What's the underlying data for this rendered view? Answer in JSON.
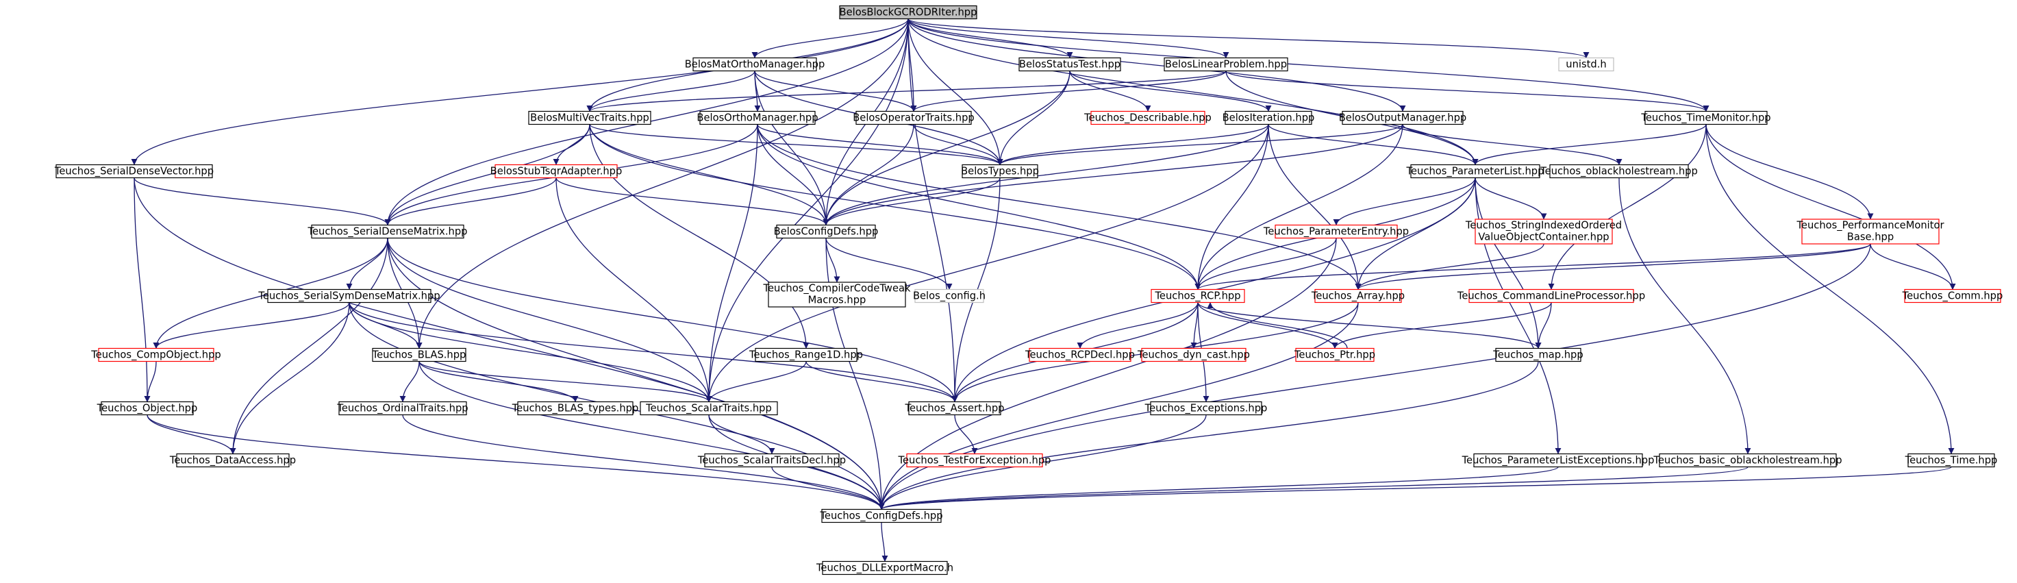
{
  "colors": {
    "edge": "#191970",
    "root_fill": "#bfbfbf",
    "node_border": "#000000",
    "missing_border": "#ff0000",
    "external_border": "#bfbfbf"
  },
  "nodes": {
    "root": {
      "label": "BelosBlockGCRODRIter.hpp",
      "style": "root"
    },
    "matortho": {
      "label": "BelosMatOrthoManager.hpp",
      "style": "normal"
    },
    "statustest": {
      "label": "BelosStatusTest.hpp",
      "style": "normal"
    },
    "linprob": {
      "label": "BelosLinearProblem.hpp",
      "style": "normal"
    },
    "unistd": {
      "label": "unistd.h",
      "style": "external"
    },
    "multivec": {
      "label": "BelosMultiVecTraits.hpp",
      "style": "normal"
    },
    "orthomgr": {
      "label": "BelosOrthoManager.hpp",
      "style": "normal"
    },
    "optraits": {
      "label": "BelosOperatorTraits.hpp",
      "style": "normal"
    },
    "describable": {
      "label": "Teuchos_Describable.hpp",
      "style": "red"
    },
    "iteration": {
      "label": "BelosIteration.hpp",
      "style": "normal"
    },
    "outmgr": {
      "label": "BelosOutputManager.hpp",
      "style": "normal"
    },
    "timemon": {
      "label": "Teuchos_TimeMonitor.hpp",
      "style": "normal"
    },
    "serialvec": {
      "label": "Teuchos_SerialDenseVector.hpp",
      "style": "normal"
    },
    "stubtsqr": {
      "label": "BelosStubTsqrAdapter.hpp",
      "style": "red"
    },
    "belostypes": {
      "label": "BelosTypes.hpp",
      "style": "normal"
    },
    "paramlist": {
      "label": "Teuchos_ParameterList.hpp",
      "style": "normal"
    },
    "oblack": {
      "label": "Teuchos_oblackholestream.hpp",
      "style": "normal"
    },
    "serialmat": {
      "label": "Teuchos_SerialDenseMatrix.hpp",
      "style": "normal"
    },
    "configdefs": {
      "label": "BelosConfigDefs.hpp",
      "style": "normal"
    },
    "paramentry": {
      "label": "Teuchos_ParameterEntry.hpp",
      "style": "red"
    },
    "strindexed": {
      "label": "Teuchos_StringIndexedOrderedValueObjectContainer.hpp",
      "style": "red",
      "lines": [
        "Teuchos_StringIndexedOrdered",
        "ValueObjectContainer.hpp"
      ]
    },
    "perfmon": {
      "label": "Teuchos_PerformanceMonitorBase.hpp",
      "style": "red",
      "lines": [
        "Teuchos_PerformanceMonitor",
        "Base.hpp"
      ]
    },
    "compiler": {
      "label": "Teuchos_CompilerCodeTweakMacros.hpp",
      "style": "normal",
      "lines": [
        "Teuchos_CompilerCodeTweak",
        "Macros.hpp"
      ]
    },
    "belosconfig": {
      "label": "Belos_config.h",
      "style": "external"
    },
    "serialsym": {
      "label": "Teuchos_SerialSymDenseMatrix.hpp",
      "style": "normal"
    },
    "rcp": {
      "label": "Teuchos_RCP.hpp",
      "style": "red"
    },
    "array": {
      "label": "Teuchos_Array.hpp",
      "style": "red"
    },
    "cmdline": {
      "label": "Teuchos_CommandLineProcessor.hpp",
      "style": "red"
    },
    "comm": {
      "label": "Teuchos_Comm.hpp",
      "style": "red"
    },
    "compobj": {
      "label": "Teuchos_CompObject.hpp",
      "style": "red"
    },
    "blas": {
      "label": "Teuchos_BLAS.hpp",
      "style": "normal"
    },
    "range1d": {
      "label": "Teuchos_Range1D.hpp",
      "style": "normal"
    },
    "rcpdecl": {
      "label": "Teuchos_RCPDecl.hpp",
      "style": "red"
    },
    "dyncast": {
      "label": "Teuchos_dyn_cast.hpp",
      "style": "red"
    },
    "ptr": {
      "label": "Teuchos_Ptr.hpp",
      "style": "red"
    },
    "map": {
      "label": "Teuchos_map.hpp",
      "style": "normal"
    },
    "object": {
      "label": "Teuchos_Object.hpp",
      "style": "normal"
    },
    "ordinal": {
      "label": "Teuchos_OrdinalTraits.hpp",
      "style": "normal"
    },
    "blastypes": {
      "label": "Teuchos_BLAS_types.hpp",
      "style": "normal"
    },
    "scalar": {
      "label": "Teuchos_ScalarTraits.hpp",
      "style": "normal"
    },
    "assert": {
      "label": "Teuchos_Assert.hpp",
      "style": "normal"
    },
    "exceptions": {
      "label": "Teuchos_Exceptions.hpp",
      "style": "normal"
    },
    "dataaccess": {
      "label": "Teuchos_DataAccess.hpp",
      "style": "normal"
    },
    "testexc": {
      "label": "Teuchos_TestForException.hpp",
      "style": "red"
    },
    "scalardecl": {
      "label": "Teuchos_ScalarTraitsDecl.hpp",
      "style": "normal"
    },
    "plexc": {
      "label": "Teuchos_ParameterListExceptions.hpp",
      "style": "normal"
    },
    "basicoblack": {
      "label": "Teuchos_basic_oblackholestream.hpp",
      "style": "normal"
    },
    "time": {
      "label": "Teuchos_Time.hpp",
      "style": "normal"
    },
    "teuchosconfig": {
      "label": "Teuchos_ConfigDefs.hpp",
      "style": "normal"
    },
    "dllexport": {
      "label": "Teuchos_DLLExportMacro.h",
      "style": "normal"
    }
  },
  "edges": [
    [
      "root",
      "matortho"
    ],
    [
      "root",
      "statustest"
    ],
    [
      "root",
      "linprob"
    ],
    [
      "root",
      "unistd"
    ],
    [
      "root",
      "multivec"
    ],
    [
      "root",
      "optraits"
    ],
    [
      "root",
      "timemon"
    ],
    [
      "root",
      "serialvec"
    ],
    [
      "root",
      "belostypes"
    ],
    [
      "root",
      "paramlist"
    ],
    [
      "root",
      "serialmat"
    ],
    [
      "root",
      "configdefs"
    ],
    [
      "root",
      "outmgr"
    ],
    [
      "root",
      "blas"
    ],
    [
      "root",
      "scalar"
    ],
    [
      "root",
      "assert"
    ],
    [
      "matortho",
      "multivec"
    ],
    [
      "matortho",
      "orthomgr"
    ],
    [
      "matortho",
      "optraits"
    ],
    [
      "matortho",
      "belostypes"
    ],
    [
      "matortho",
      "configdefs"
    ],
    [
      "statustest",
      "describable"
    ],
    [
      "statustest",
      "iteration"
    ],
    [
      "statustest",
      "belostypes"
    ],
    [
      "statustest",
      "configdefs"
    ],
    [
      "linprob",
      "multivec"
    ],
    [
      "linprob",
      "optraits"
    ],
    [
      "linprob",
      "paramlist"
    ],
    [
      "linprob",
      "timemon"
    ],
    [
      "multivec",
      "stubtsqr"
    ],
    [
      "multivec",
      "belostypes"
    ],
    [
      "multivec",
      "configdefs"
    ],
    [
      "multivec",
      "serialmat"
    ],
    [
      "multivec",
      "range1d"
    ],
    [
      "multivec",
      "rcp"
    ],
    [
      "orthomgr",
      "belostypes"
    ],
    [
      "orthomgr",
      "configdefs"
    ],
    [
      "orthomgr",
      "serialmat"
    ],
    [
      "orthomgr",
      "rcp"
    ],
    [
      "orthomgr",
      "array"
    ],
    [
      "orthomgr",
      "scalar"
    ],
    [
      "optraits",
      "belostypes"
    ],
    [
      "optraits",
      "configdefs"
    ],
    [
      "iteration",
      "belostypes"
    ],
    [
      "iteration",
      "configdefs"
    ],
    [
      "iteration",
      "paramlist"
    ],
    [
      "iteration",
      "rcp"
    ],
    [
      "iteration",
      "array"
    ],
    [
      "iteration",
      "scalar"
    ],
    [
      "outmgr",
      "belostypes"
    ],
    [
      "outmgr",
      "configdefs"
    ],
    [
      "outmgr",
      "oblack"
    ],
    [
      "outmgr",
      "rcp"
    ],
    [
      "timemon",
      "paramlist"
    ],
    [
      "timemon",
      "perfmon"
    ],
    [
      "timemon",
      "cmdline"
    ],
    [
      "timemon",
      "comm"
    ],
    [
      "timemon",
      "time"
    ],
    [
      "serialvec",
      "serialmat"
    ],
    [
      "serialvec",
      "object"
    ],
    [
      "serialvec",
      "teuchosconfig"
    ],
    [
      "stubtsqr",
      "serialmat"
    ],
    [
      "stubtsqr",
      "configdefs"
    ],
    [
      "stubtsqr",
      "scalar"
    ],
    [
      "belostypes",
      "configdefs"
    ],
    [
      "belostypes",
      "assert"
    ],
    [
      "paramlist",
      "paramentry"
    ],
    [
      "paramlist",
      "strindexed"
    ],
    [
      "paramlist",
      "rcp"
    ],
    [
      "paramlist",
      "array"
    ],
    [
      "paramlist",
      "map"
    ],
    [
      "paramlist",
      "plexc"
    ],
    [
      "paramlist",
      "assert"
    ],
    [
      "oblack",
      "basicoblack"
    ],
    [
      "serialmat",
      "serialsym"
    ],
    [
      "serialmat",
      "compobj"
    ],
    [
      "serialmat",
      "blas"
    ],
    [
      "serialmat",
      "dataaccess"
    ],
    [
      "serialmat",
      "scalar"
    ],
    [
      "serialmat",
      "assert"
    ],
    [
      "serialmat",
      "teuchosconfig"
    ],
    [
      "configdefs",
      "compiler"
    ],
    [
      "configdefs",
      "belosconfig"
    ],
    [
      "configdefs",
      "teuchosconfig"
    ],
    [
      "paramentry",
      "rcp"
    ],
    [
      "paramentry",
      "teuchosconfig"
    ],
    [
      "strindexed",
      "array"
    ],
    [
      "perfmon",
      "rcp"
    ],
    [
      "perfmon",
      "array"
    ],
    [
      "perfmon",
      "comm"
    ],
    [
      "perfmon",
      "teuchosconfig"
    ],
    [
      "serialsym",
      "compobj"
    ],
    [
      "serialsym",
      "blas"
    ],
    [
      "serialsym",
      "dataaccess"
    ],
    [
      "serialsym",
      "scalar"
    ],
    [
      "serialsym",
      "assert"
    ],
    [
      "serialsym",
      "teuchosconfig"
    ],
    [
      "rcp",
      "rcpdecl"
    ],
    [
      "rcp",
      "dyncast"
    ],
    [
      "rcp",
      "ptr"
    ],
    [
      "rcp",
      "map"
    ],
    [
      "rcp",
      "exceptions"
    ],
    [
      "rcp",
      "assert"
    ],
    [
      "array",
      "assert"
    ],
    [
      "array",
      "teuchosconfig"
    ],
    [
      "cmdline",
      "ptr"
    ],
    [
      "cmdline",
      "map"
    ],
    [
      "compobj",
      "object"
    ],
    [
      "blas",
      "ordinal"
    ],
    [
      "blas",
      "blastypes"
    ],
    [
      "blas",
      "scalar"
    ],
    [
      "blas",
      "teuchosconfig"
    ],
    [
      "range1d",
      "scalar"
    ],
    [
      "range1d",
      "assert"
    ],
    [
      "ptr",
      "rcp"
    ],
    [
      "map",
      "teuchosconfig"
    ],
    [
      "object",
      "dataaccess"
    ],
    [
      "object",
      "teuchosconfig"
    ],
    [
      "ordinal",
      "teuchosconfig"
    ],
    [
      "scalar",
      "scalardecl"
    ],
    [
      "scalar",
      "teuchosconfig"
    ],
    [
      "assert",
      "testexc"
    ],
    [
      "exceptions",
      "teuchosconfig"
    ],
    [
      "scalardecl",
      "teuchosconfig"
    ],
    [
      "plexc",
      "teuchosconfig"
    ],
    [
      "basicoblack",
      "teuchosconfig"
    ],
    [
      "time",
      "teuchosconfig"
    ],
    [
      "teuchosconfig",
      "dllexport"
    ]
  ]
}
